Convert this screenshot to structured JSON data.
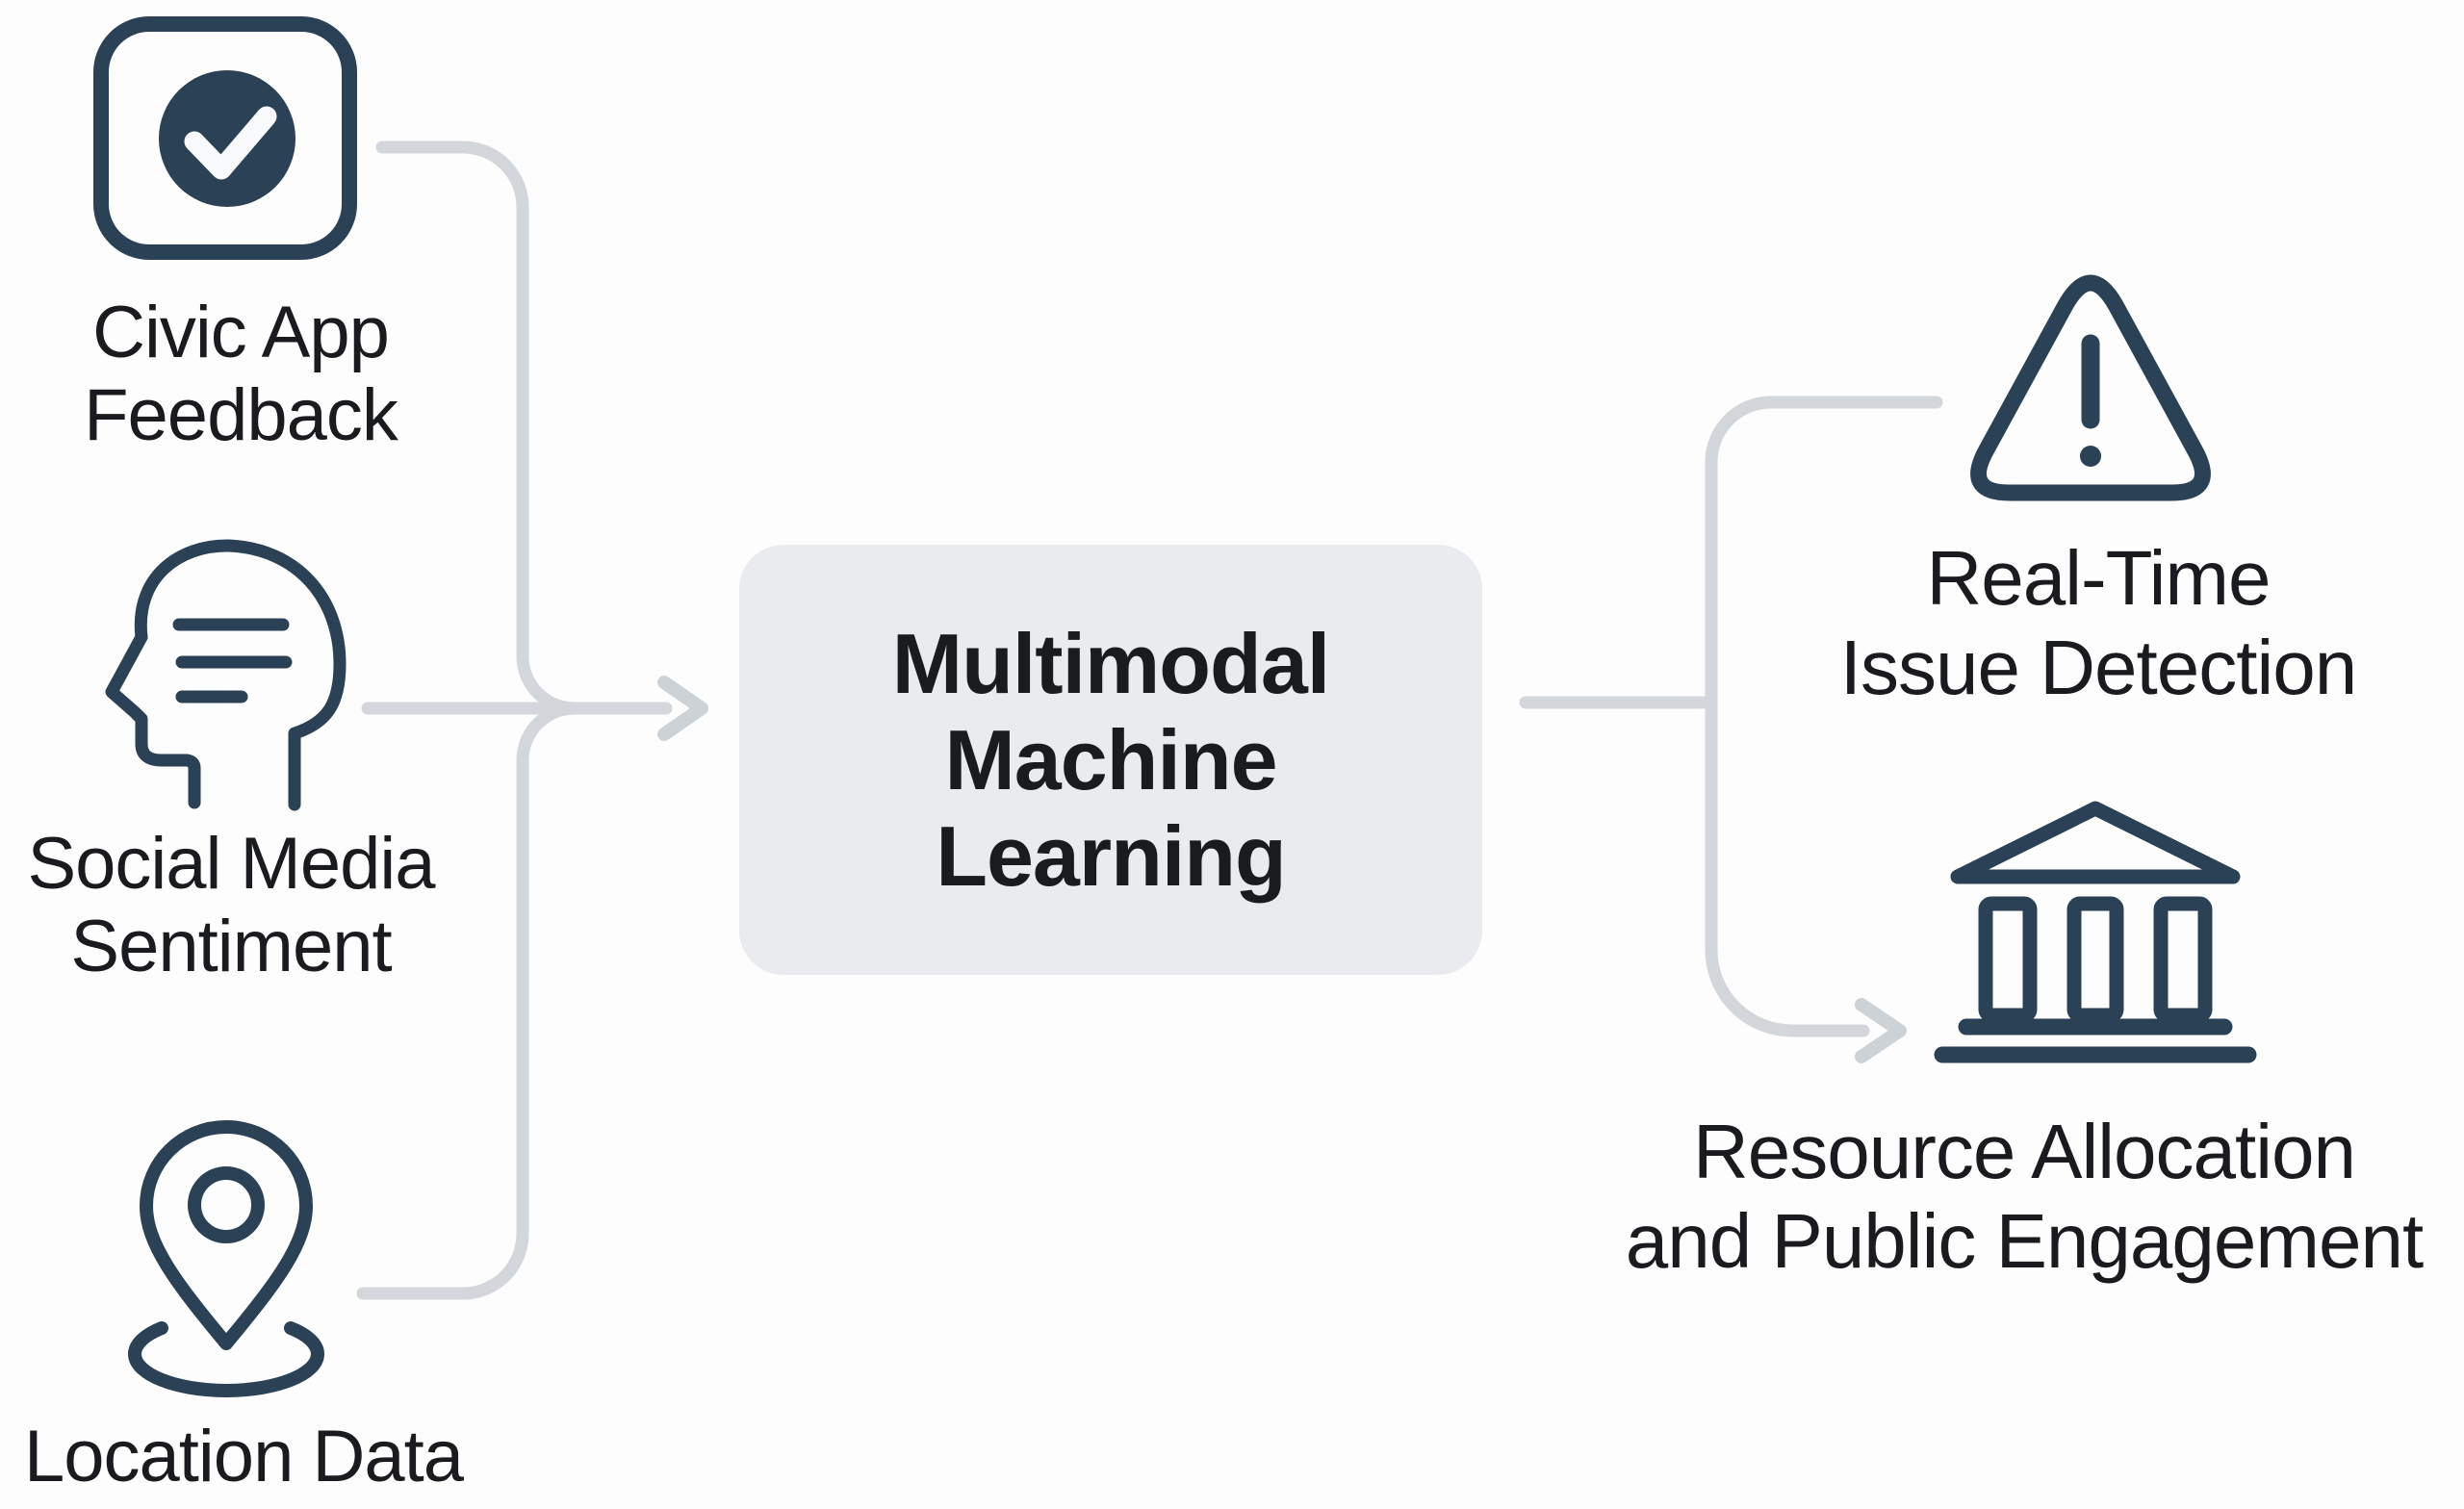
{
  "nodes": {
    "inputs": [
      {
        "id": "civic-app-feedback",
        "icon": "check-square-icon",
        "lines": [
          "Civic App",
          "Feedback"
        ]
      },
      {
        "id": "social-media-sentiment",
        "icon": "head-sentiment-icon",
        "lines": [
          "Social Media",
          "Sentiment"
        ]
      },
      {
        "id": "location-data",
        "icon": "map-pin-icon",
        "lines": [
          "Location Data"
        ]
      }
    ],
    "process": {
      "id": "multimodal-machine-learning",
      "lines": [
        "Multimodal",
        "Machine",
        "Learning"
      ]
    },
    "outputs": [
      {
        "id": "real-time-issue-detection",
        "icon": "warning-triangle-icon",
        "lines": [
          "Real-Time",
          "Issue Detection"
        ]
      },
      {
        "id": "resource-allocation",
        "icon": "bank-building-icon",
        "lines": [
          "Resource Allocation",
          "and Public Engagement"
        ]
      }
    ]
  },
  "colors": {
    "icon_stroke": "#2b4156",
    "icon_fill": "#2b4156",
    "check_mark": "#f8f9fa",
    "connector": "#d3d7db",
    "arrowhead": "#cdd2d7",
    "process_box_fill": "#e9ebee",
    "text": "#1a1b1e",
    "background": "#fdfdfd"
  }
}
